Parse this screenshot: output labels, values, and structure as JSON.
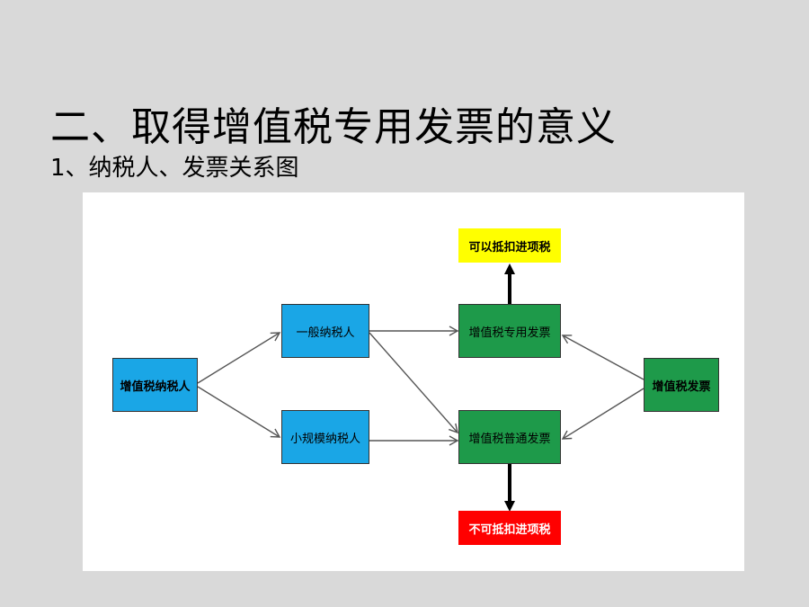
{
  "slide": {
    "title": "二、取得增值税专用发票的意义",
    "subtitle": "1、纳税人、发票关系图"
  },
  "diagram": {
    "nodes": {
      "taxpayer": "增值税纳税人",
      "general_taxpayer": "一般纳税人",
      "small_taxpayer": "小规模纳税人",
      "special_invoice": "增值税专用发票",
      "ordinary_invoice": "增值税普通发票",
      "vat_invoice": "增值税发票",
      "deductible": "可以抵扣进项税",
      "non_deductible": "不可抵扣进项税"
    },
    "colors": {
      "taxpayer_nodes": "#1aa6e6",
      "invoice_nodes": "#1e9a4a",
      "deductible": "#ffff00",
      "non_deductible": "#ff0000"
    }
  }
}
